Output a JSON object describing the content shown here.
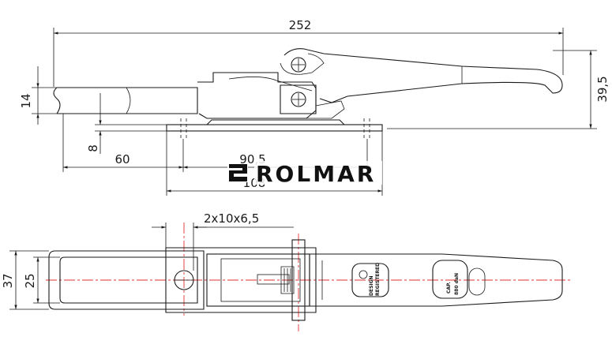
{
  "brand": {
    "name": "ROLMAR",
    "color": "#111111"
  },
  "dimensions": {
    "overall_length": "252",
    "height": "39,5",
    "handle_thickness": "14",
    "base_thickness": "8",
    "offset": "60",
    "hole_spacing": "90,5",
    "base_length": "108",
    "slots": "2x10x6,5",
    "total_width": "37",
    "base_width": "25"
  },
  "plate_labels": {
    "design_top": "DESIGN",
    "design_bottom": "REGISTERED",
    "cap_top": "CAP.",
    "cap_bottom": "880 daN"
  },
  "colors": {
    "centerline": "#e03030",
    "line": "#1a1a1a"
  }
}
